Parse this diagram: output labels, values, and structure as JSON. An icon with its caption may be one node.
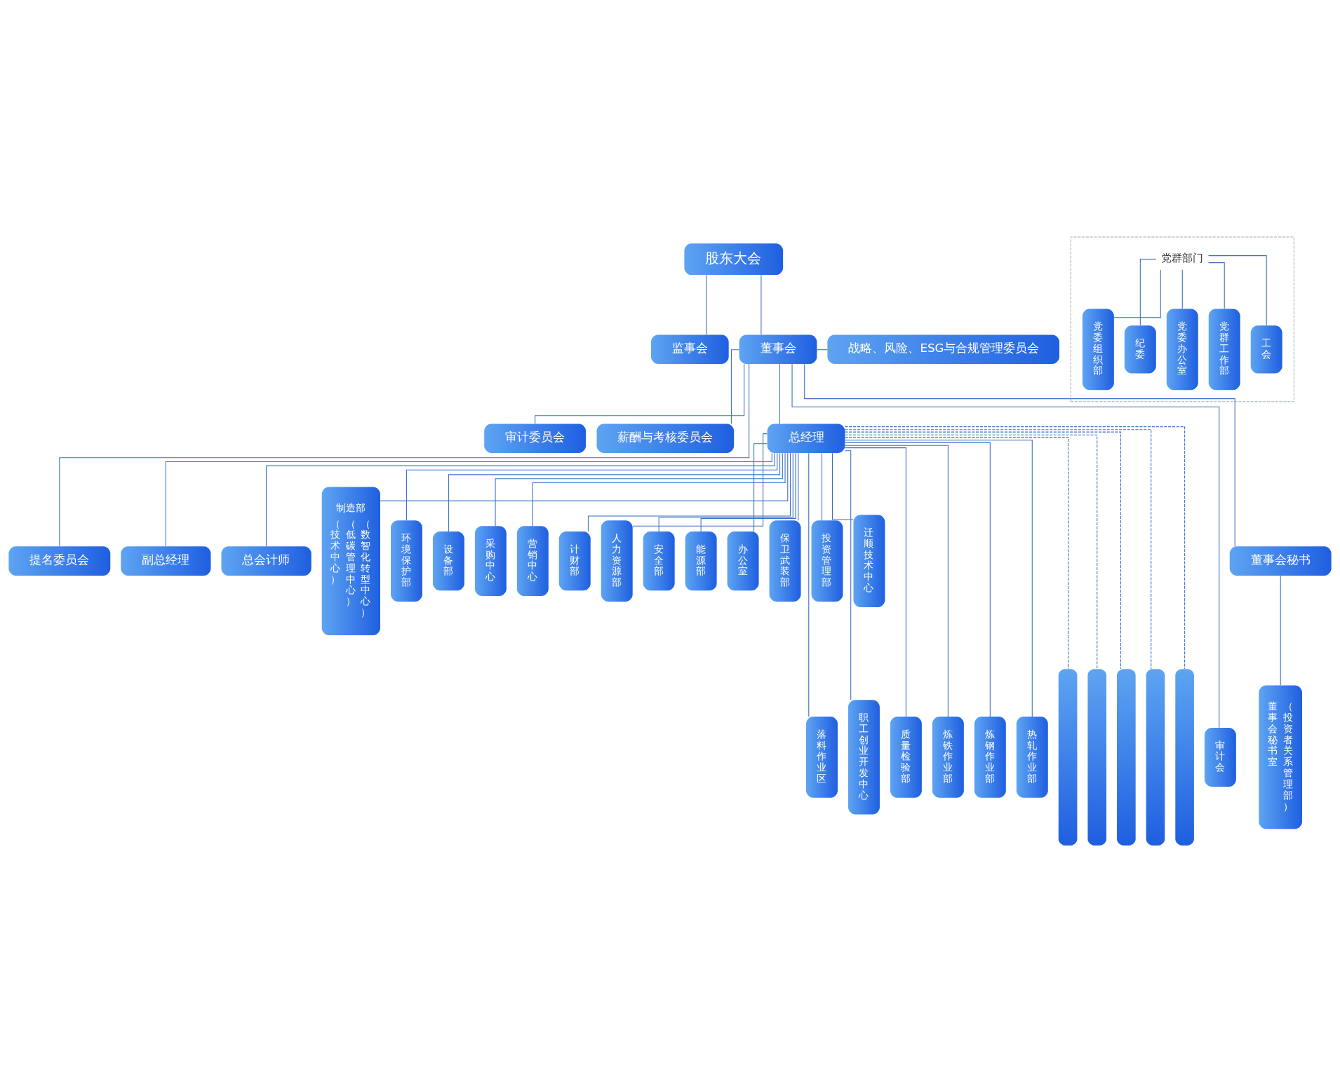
{
  "diagram": {
    "nodes": [
      {
        "text": [
          "股东大会"
        ]
      },
      {
        "text": [
          "监事会"
        ]
      },
      {
        "text": [
          "董事会"
        ]
      },
      {
        "text": [
          "战略、风险、ESG与合规管理委员会"
        ]
      },
      {
        "text": [
          "审计委员会"
        ]
      },
      {
        "text": [
          "薪酬与考核委员会"
        ]
      },
      {
        "text": [
          "提名委员会"
        ]
      },
      {
        "text": [
          "总经理"
        ]
      },
      {
        "text": [
          "审计会"
        ]
      },
      {
        "text": [
          "董事会秘书"
        ]
      },
      {
        "text": [
          "董事会秘书室",
          "（投资者关系管理部）"
        ]
      },
      {
        "text": [
          "副总经理"
        ]
      },
      {
        "text": [
          "总会计师"
        ]
      },
      {
        "text": [
          "制造部",
          "（技术中心）",
          "（低碳管理中心）",
          "（数智化转型中心）"
        ]
      },
      {
        "text": [
          "环境保护部"
        ]
      },
      {
        "text": [
          "设备部"
        ]
      },
      {
        "text": [
          "采购中心"
        ]
      },
      {
        "text": [
          "营销中心"
        ]
      },
      {
        "text": [
          "计财部"
        ]
      },
      {
        "text": [
          "人力资源部"
        ]
      },
      {
        "text": [
          "安全部"
        ]
      },
      {
        "text": [
          "能源部"
        ]
      },
      {
        "text": [
          "办公室"
        ]
      },
      {
        "text": [
          "保卫武装部"
        ]
      },
      {
        "text": [
          "投资管理部"
        ]
      },
      {
        "text": [
          "迁顺技术中心"
        ]
      },
      {
        "text": [],
        "shape": "box"
      },
      {
        "text": [
          "党群部门"
        ],
        "in": 26
      },
      {
        "text": [
          "党委组织部"
        ],
        "in": 26
      },
      {
        "text": [
          "纪委"
        ],
        "in": 26
      },
      {
        "text": [
          "党委办公室"
        ],
        "in": 26
      },
      {
        "text": [
          "党群工作部"
        ],
        "in": 26
      },
      {
        "text": [
          "工会"
        ],
        "in": 26
      },
      {
        "text": [
          "落料作业区"
        ]
      },
      {
        "text": [
          "职工创业开发中心"
        ]
      },
      {
        "text": [
          "质量检验部"
        ]
      },
      {
        "text": [
          "炼铁作业部"
        ]
      },
      {
        "text": [
          "炼钢作业部"
        ]
      },
      {
        "text": [
          "热轧作业部"
        ]
      },
      {
        "text": [],
        "shape": "bar"
      },
      {
        "text": [],
        "shape": "bar"
      },
      {
        "text": [],
        "shape": "bar"
      },
      {
        "text": [],
        "shape": "bar"
      },
      {
        "text": [],
        "shape": "bar"
      }
    ],
    "edges": [
      {
        "from": 0,
        "to": 1,
        "arrow": "none"
      },
      {
        "from": 0,
        "to": 2,
        "arrow": "none"
      },
      {
        "from": 2,
        "to": 3,
        "arrow": "none"
      },
      {
        "from": 2,
        "to": 4,
        "arrow": "none"
      },
      {
        "from": 2,
        "to": 5,
        "arrow": "none"
      },
      {
        "from": 2,
        "to": 6,
        "arrow": "none"
      },
      {
        "from": 2,
        "to": 8,
        "arrow": "none"
      },
      {
        "from": 2,
        "to": 9,
        "arrow": "none"
      },
      {
        "from": 2,
        "to": 7,
        "arrow": "none"
      },
      {
        "from": 9,
        "to": 10,
        "arrow": "none"
      },
      {
        "from": 7,
        "to": 11,
        "arrow": "none"
      },
      {
        "from": 7,
        "to": 12,
        "arrow": "none"
      },
      {
        "from": 7,
        "to": 13,
        "arrow": "none"
      },
      {
        "from": 7,
        "to": 14,
        "arrow": "none"
      },
      {
        "from": 7,
        "to": 15,
        "arrow": "none"
      },
      {
        "from": 7,
        "to": 16,
        "arrow": "none"
      },
      {
        "from": 7,
        "to": 17,
        "arrow": "none"
      },
      {
        "from": 7,
        "to": 18,
        "arrow": "none"
      },
      {
        "from": 7,
        "to": 19,
        "arrow": "none"
      },
      {
        "from": 7,
        "to": 20,
        "arrow": "none"
      },
      {
        "from": 7,
        "to": 21,
        "arrow": "none"
      },
      {
        "from": 7,
        "to": 22,
        "arrow": "none"
      },
      {
        "from": 7,
        "to": 23,
        "arrow": "none"
      },
      {
        "from": 7,
        "to": 24,
        "arrow": "none"
      },
      {
        "from": 7,
        "to": 25,
        "arrow": "none"
      },
      {
        "from": 27,
        "to": 28,
        "arrow": "none"
      },
      {
        "from": 27,
        "to": 29,
        "arrow": "none"
      },
      {
        "from": 27,
        "to": 30,
        "arrow": "none"
      },
      {
        "from": 27,
        "to": 31,
        "arrow": "none"
      },
      {
        "from": 27,
        "to": 32,
        "arrow": "none"
      },
      {
        "from": 7,
        "to": 33,
        "arrow": "none"
      },
      {
        "from": 7,
        "to": 34,
        "arrow": "none"
      },
      {
        "from": 7,
        "to": 35,
        "arrow": "none"
      },
      {
        "from": 7,
        "to": 36,
        "arrow": "none"
      },
      {
        "from": 7,
        "to": 37,
        "arrow": "none"
      },
      {
        "from": 7,
        "to": 38,
        "arrow": "none"
      },
      {
        "from": 7,
        "to": 39,
        "arrow": "none",
        "style": "dashed"
      },
      {
        "from": 7,
        "to": 40,
        "arrow": "none",
        "style": "dashed"
      },
      {
        "from": 7,
        "to": 41,
        "arrow": "none",
        "style": "dashed"
      },
      {
        "from": 7,
        "to": 42,
        "arrow": "none",
        "style": "dashed"
      },
      {
        "from": 7,
        "to": 43,
        "arrow": "none",
        "style": "dashed"
      }
    ]
  }
}
